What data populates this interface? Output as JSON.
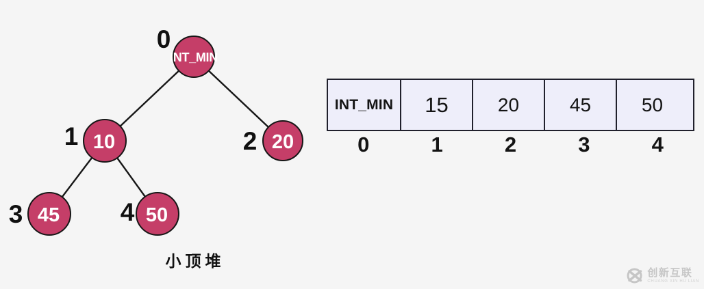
{
  "diagram": {
    "caption": "小顶堆",
    "tree": {
      "nodes": [
        {
          "index": "0",
          "value": "INT_MIN"
        },
        {
          "index": "1",
          "value": "10"
        },
        {
          "index": "2",
          "value": "20"
        },
        {
          "index": "3",
          "value": "45"
        },
        {
          "index": "4",
          "value": "50"
        }
      ],
      "edges": [
        [
          0,
          1
        ],
        [
          0,
          2
        ],
        [
          1,
          3
        ],
        [
          1,
          4
        ]
      ]
    },
    "array": {
      "cells": [
        {
          "index": "0",
          "value": "INT_MIN"
        },
        {
          "index": "1",
          "value": "15"
        },
        {
          "index": "2",
          "value": "20"
        },
        {
          "index": "3",
          "value": "45"
        },
        {
          "index": "4",
          "value": "50"
        }
      ]
    },
    "colors": {
      "background": "#f5f5f5",
      "node_fill": "#c53e68",
      "node_stroke": "#161616",
      "cell_fill": "#eeeefa",
      "cell_border": "#20202c",
      "watermark_gray": "#c8c8c8"
    }
  },
  "watermark": {
    "brand": "创新互联",
    "subtext": "CHUANG XIN HU LIAN"
  }
}
